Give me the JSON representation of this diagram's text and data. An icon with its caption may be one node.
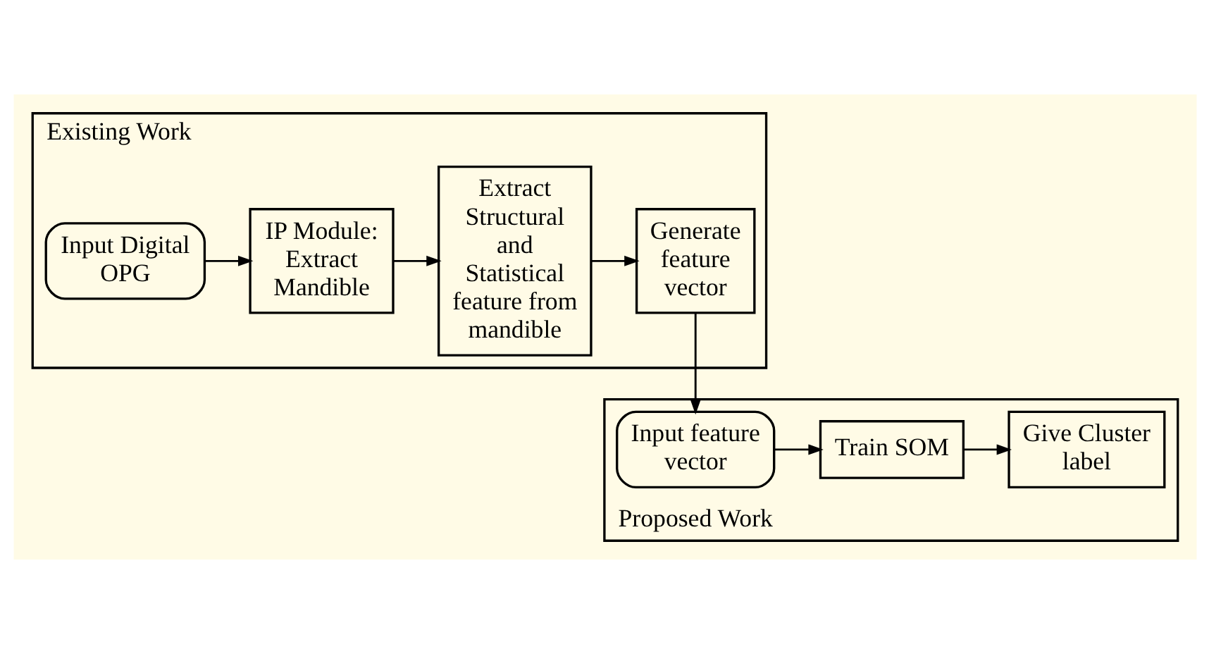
{
  "diagram": {
    "nodes": [
      {
        "text": [
          "Existing Work"
        ]
      },
      {
        "text": [
          "Input Digital OPG"
        ],
        "in": 0
      },
      {
        "text": [
          "IP Module: Extract Mandible"
        ],
        "in": 0
      },
      {
        "text": [
          "Extract Structural and Statistical feature from mandible"
        ],
        "in": 0
      },
      {
        "text": [
          "Generate feature vector"
        ],
        "in": 0
      },
      {
        "text": [
          "Proposed Work"
        ]
      },
      {
        "text": [
          "Input feature vector"
        ],
        "in": 5
      },
      {
        "text": [
          "Train SOM"
        ],
        "in": 5
      },
      {
        "text": [
          "Give Cluster label"
        ],
        "in": 5
      }
    ],
    "edges": [
      {
        "from": 1,
        "to": 2,
        "arrow": "to"
      },
      {
        "from": 2,
        "to": 3,
        "arrow": "to"
      },
      {
        "from": 3,
        "to": 4,
        "arrow": "to"
      },
      {
        "from": 4,
        "to": 6,
        "arrow": "to"
      },
      {
        "from": 6,
        "to": 7,
        "arrow": "to"
      },
      {
        "from": 7,
        "to": 8,
        "arrow": "to"
      }
    ]
  }
}
